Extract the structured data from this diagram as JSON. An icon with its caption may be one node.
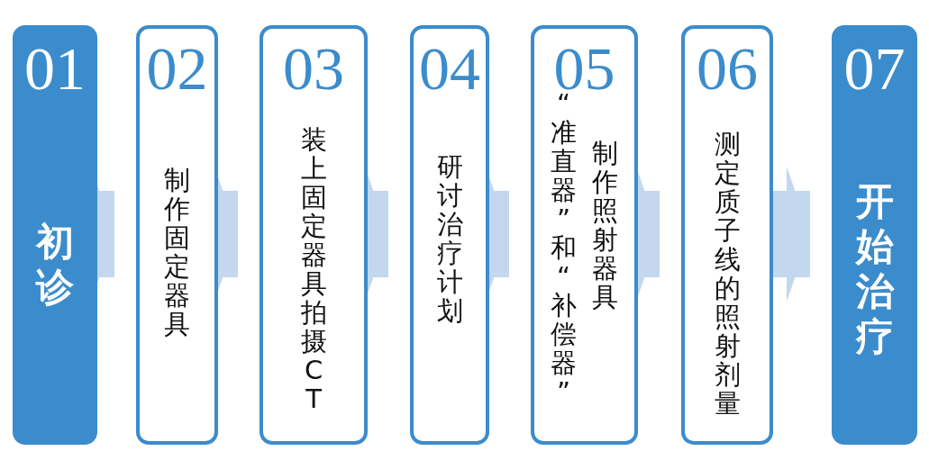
{
  "diagram": {
    "nodes": [
      {
        "text": [
          "01",
          "初诊"
        ]
      },
      {
        "text": [
          "02",
          "制作固定器具"
        ]
      },
      {
        "text": [
          "03",
          "装上固定器具拍摄 CT"
        ]
      },
      {
        "text": [
          "04",
          "研讨治疗计划"
        ]
      },
      {
        "text": [
          "05",
          "“准直器”和“补偿器”",
          "制作照射器具"
        ]
      },
      {
        "text": [
          "06",
          "测定质子线的照射剂量"
        ]
      },
      {
        "text": [
          "07",
          "开始治疗"
        ]
      }
    ],
    "edges": [
      {
        "from": 0,
        "to": 1,
        "arrow": "to"
      },
      {
        "from": 1,
        "to": 2,
        "arrow": "to"
      },
      {
        "from": 2,
        "to": 3,
        "arrow": "to"
      },
      {
        "from": 3,
        "to": 4,
        "arrow": "to"
      },
      {
        "from": 4,
        "to": 5,
        "arrow": "to"
      },
      {
        "from": 5,
        "to": 6,
        "arrow": "to"
      }
    ]
  }
}
